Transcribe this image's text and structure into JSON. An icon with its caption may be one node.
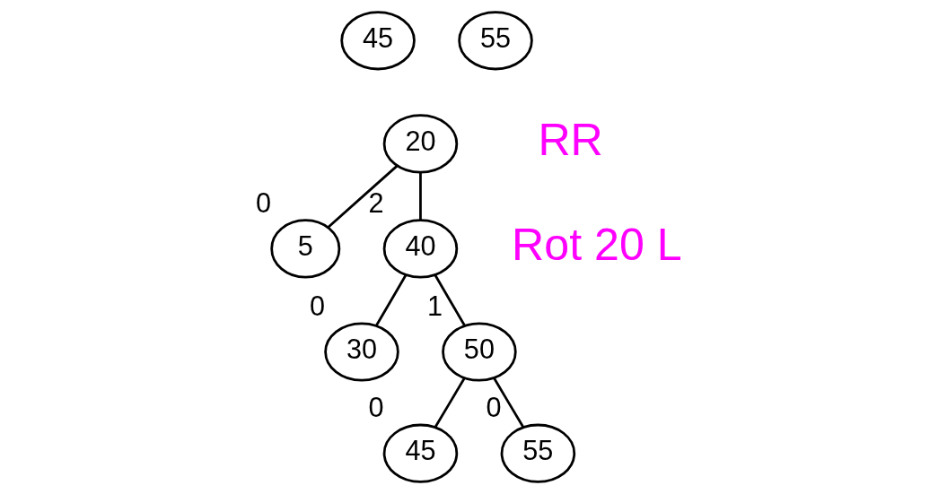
{
  "diagram": {
    "nodes": [
      {
        "text": [
          "45"
        ]
      },
      {
        "text": [
          "55"
        ]
      },
      {
        "text": [
          "20"
        ]
      },
      {
        "text": [
          "5"
        ],
        "beside": [
          "0"
        ]
      },
      {
        "text": [
          "40"
        ],
        "beside": [
          "2"
        ]
      },
      {
        "text": [
          "30"
        ],
        "beside": [
          "0"
        ]
      },
      {
        "text": [
          "50"
        ],
        "beside": [
          "1"
        ]
      },
      {
        "text": [
          "45"
        ],
        "beside": [
          "0"
        ]
      },
      {
        "text": [
          "55"
        ],
        "beside": [
          "0"
        ]
      }
    ],
    "edges": [
      {
        "from": 2,
        "to": 3,
        "arrow": "none"
      },
      {
        "from": 2,
        "to": 4,
        "arrow": "none"
      },
      {
        "from": 4,
        "to": 5,
        "arrow": "none"
      },
      {
        "from": 4,
        "to": 6,
        "arrow": "none"
      },
      {
        "from": 6,
        "to": 7,
        "arrow": "none"
      },
      {
        "from": 6,
        "to": 8,
        "arrow": "none"
      }
    ],
    "labels": [
      "RR",
      "Rot 20 L"
    ]
  }
}
